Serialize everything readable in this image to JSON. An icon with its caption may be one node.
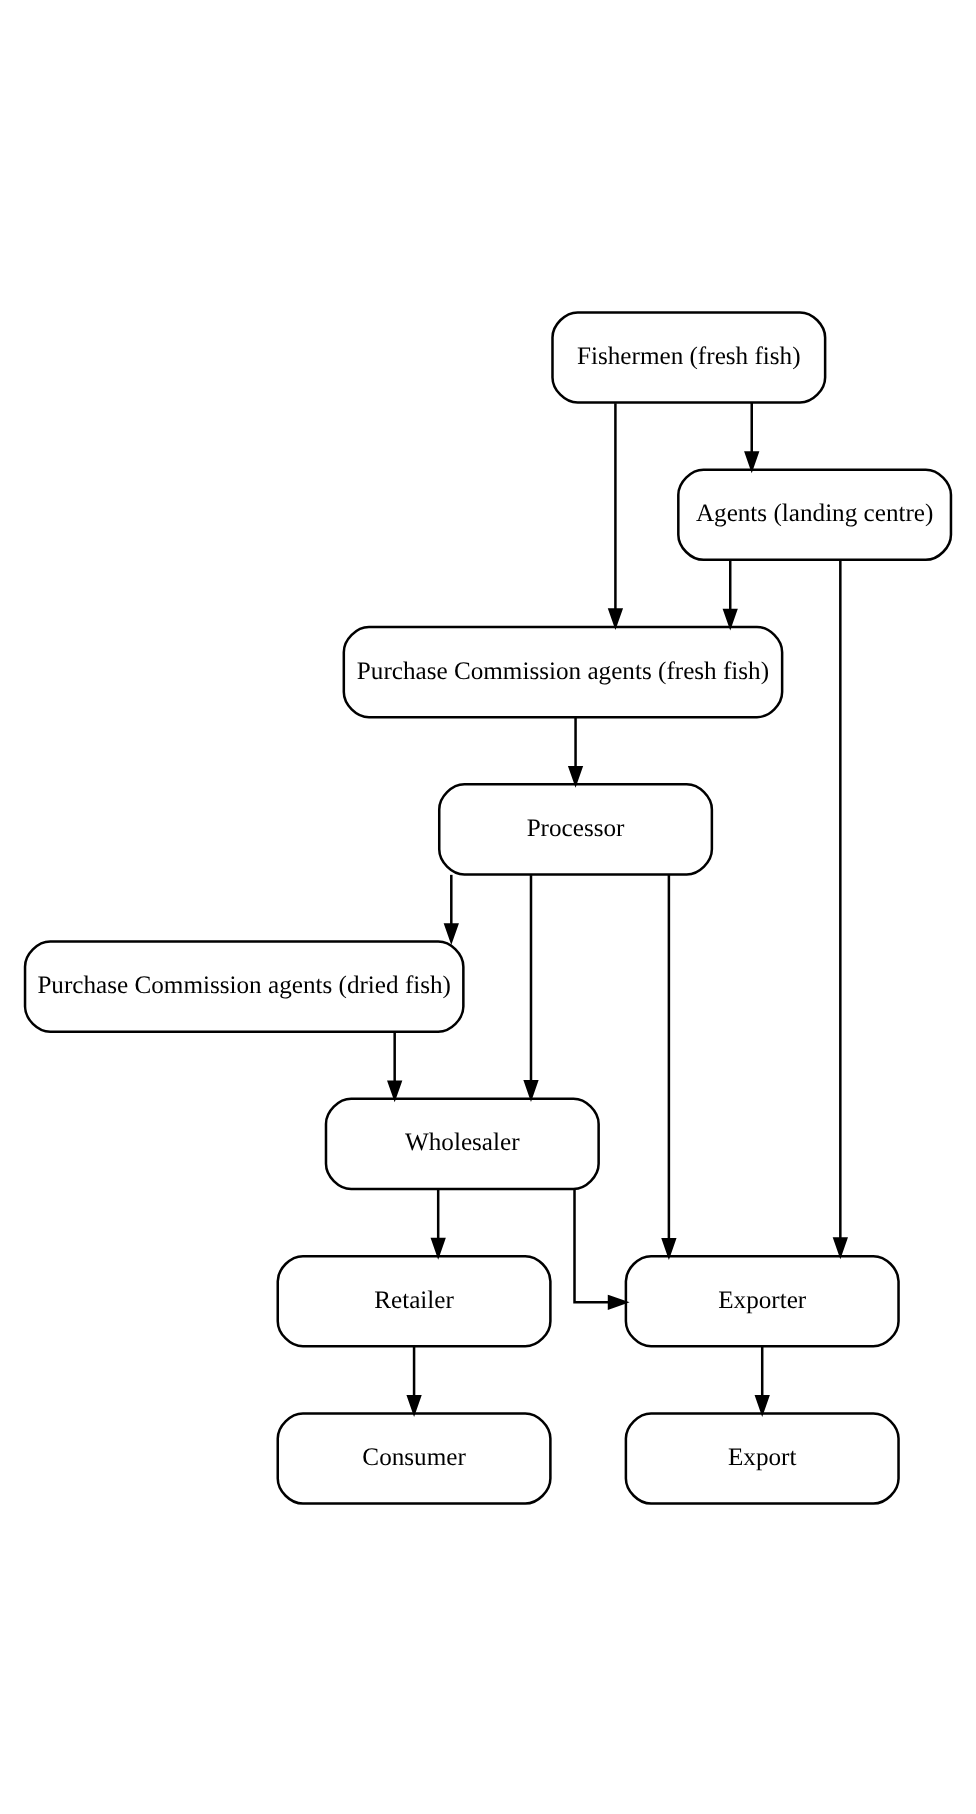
{
  "diagram": {
    "nodes": [
      {
        "text": [
          "Fishermen (fresh fish)"
        ]
      },
      {
        "text": [
          "Agents (landing centre)"
        ]
      },
      {
        "text": [
          "Purchase Commission agents (fresh fish)"
        ]
      },
      {
        "text": [
          "Processor"
        ]
      },
      {
        "text": [
          "Purchase Commission agents (dried fish)"
        ]
      },
      {
        "text": [
          "Wholesaler"
        ]
      },
      {
        "text": [
          "Retailer"
        ]
      },
      {
        "text": [
          "Exporter"
        ]
      },
      {
        "text": [
          "Consumer"
        ]
      },
      {
        "text": [
          "Export"
        ]
      }
    ],
    "edges": [
      {
        "from": 0,
        "to": 1,
        "arrow": "to"
      },
      {
        "from": 0,
        "to": 2,
        "arrow": "to"
      },
      {
        "from": 1,
        "to": 2,
        "arrow": "to"
      },
      {
        "from": 1,
        "to": 7,
        "arrow": "to"
      },
      {
        "from": 2,
        "to": 3,
        "arrow": "to"
      },
      {
        "from": 3,
        "to": 4,
        "arrow": "to"
      },
      {
        "from": 3,
        "to": 5,
        "arrow": "to"
      },
      {
        "from": 3,
        "to": 7,
        "arrow": "to"
      },
      {
        "from": 4,
        "to": 5,
        "arrow": "to"
      },
      {
        "from": 5,
        "to": 6,
        "arrow": "to"
      },
      {
        "from": 5,
        "to": 7,
        "arrow": "to"
      },
      {
        "from": 6,
        "to": 8,
        "arrow": "to"
      },
      {
        "from": 7,
        "to": 9,
        "arrow": "to"
      }
    ]
  }
}
